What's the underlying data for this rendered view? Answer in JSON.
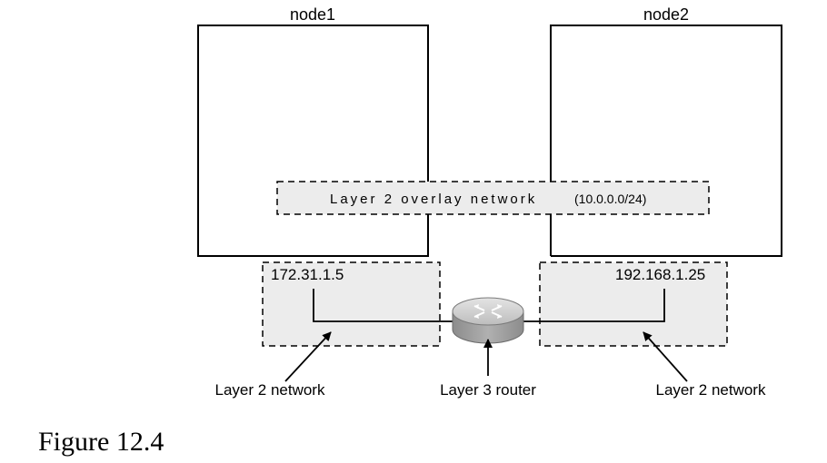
{
  "nodes": {
    "node1": {
      "label": "node1"
    },
    "node2": {
      "label": "node2"
    }
  },
  "overlay": {
    "name": "Layer 2 overlay network",
    "subnet": "(10.0.0.0/24)"
  },
  "networks": {
    "left": {
      "ip": "172.31.1.5",
      "label": "Layer 2 network"
    },
    "right": {
      "ip": "192.168.1.25",
      "label": "Layer 2 network"
    }
  },
  "router": {
    "label": "Layer 3 router",
    "icon": "router-icon"
  },
  "caption": "Figure 12.4",
  "colors": {
    "zone_fill": "#ececec",
    "router_body": "#9a9a9a",
    "router_top": "#d2d2d2",
    "line": "#000000"
  }
}
